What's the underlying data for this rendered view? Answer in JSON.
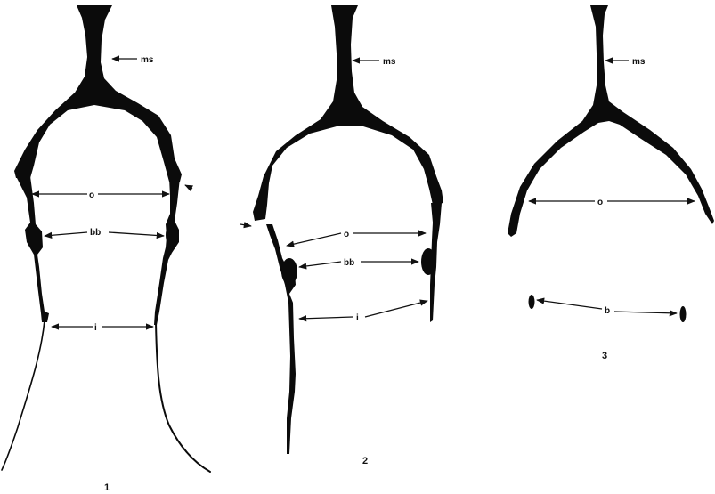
{
  "figures": [
    {
      "number": "1",
      "labels": {
        "ms": "ms",
        "o": "o",
        "bb": "bb",
        "i": "i"
      }
    },
    {
      "number": "2",
      "labels": {
        "ms": "ms",
        "o": "o",
        "bb": "bb",
        "i": "i"
      }
    },
    {
      "number": "3",
      "labels": {
        "ms": "ms",
        "o": "o",
        "b": "b"
      }
    }
  ]
}
